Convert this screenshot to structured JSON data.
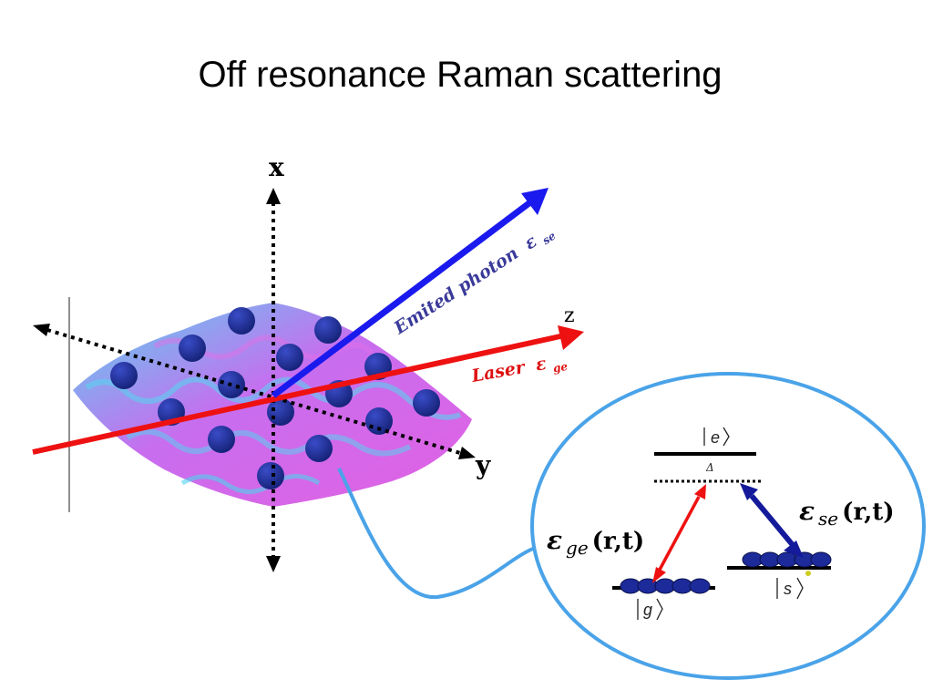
{
  "title": "Off resonance Raman scattering",
  "axes": {
    "x_label": "x",
    "y_label": "y",
    "z_label": "z"
  },
  "beams": {
    "emitted_label": "Emited photon",
    "emitted_symbol": "ε",
    "emitted_subscript": "se",
    "laser_label": "Laser",
    "laser_symbol": "ε",
    "laser_subscript": "ge"
  },
  "levels": {
    "excited": "e",
    "ground": "g",
    "storage": "s",
    "detuning": "Δ"
  },
  "fields": {
    "left_symbol": "ε",
    "left_subscript": "ge",
    "left_args": "(r,t)",
    "right_symbol": "ε",
    "right_subscript": "se",
    "right_args": "(r,t)"
  },
  "colors": {
    "emitted": "#1a1aee",
    "laser": "#ee1111",
    "emitted_label": "#3a3a9a",
    "laser_label": "#dd1111",
    "inset_circle": "#4aa3e8",
    "atom": "#1c2a8c",
    "lattice": "#cc55e8"
  }
}
